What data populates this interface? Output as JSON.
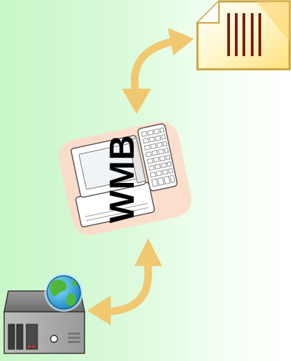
{
  "diagram": {
    "center_label": "WMB",
    "nodes": [
      {
        "id": "document",
        "icon": "barcode-document-icon"
      },
      {
        "id": "workstation",
        "icon": "computer-icon"
      },
      {
        "id": "server",
        "icon": "server-with-globe-icon"
      }
    ],
    "connections": [
      {
        "from": "workstation",
        "to": "document",
        "type": "bidirectional"
      },
      {
        "from": "workstation",
        "to": "server",
        "type": "bidirectional"
      }
    ]
  },
  "colors": {
    "background_left": "#c8f7c8",
    "background_right": "#ffffff",
    "arrow": "#f0c870",
    "document_border": "#c9a23a",
    "document_fill": "#fff6cc",
    "barcode": "#7a1f12",
    "computer_glow": "#ffd8c8",
    "globe_ocean": "#2aa9d8",
    "globe_land": "#4fb83a",
    "server_body": "#5f5f5f"
  }
}
